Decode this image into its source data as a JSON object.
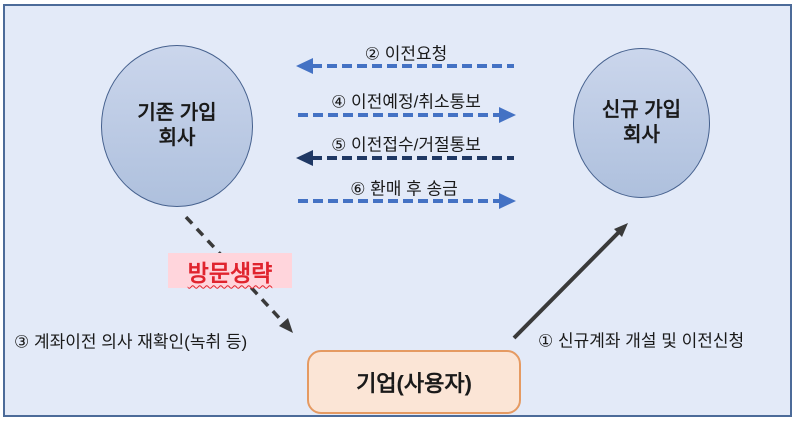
{
  "colors": {
    "page_bg": "#FFFFFF",
    "canvas_bg": "#E3EAF8",
    "canvas_border": "#4C6B99",
    "node_fill_top": "#CBD6EC",
    "node_fill_bottom": "#AEC0DD",
    "node_border": "#46618E",
    "arrow_blue": "#4472C4",
    "arrow_navy": "#1F3864",
    "arrow_dark": "#3A3A3A",
    "badge_bg": "#FFD5DC",
    "badge_text": "#E0242E",
    "box_bg": "#FBE5D6",
    "box_border": "#E59A62",
    "label_text": "#1A1A1A"
  },
  "nodes": {
    "existing_company": {
      "line1": "기존 가입",
      "line2": "회사"
    },
    "new_company": {
      "line1": "신규 가입",
      "line2": "회사"
    },
    "employer_box": {
      "label": "기업(사용자)"
    }
  },
  "flows": {
    "step1": {
      "label": "① 신규계좌 개설 및 이전신청",
      "from": "employer",
      "to": "new-company",
      "style": "solid"
    },
    "step2": {
      "label": "② 이전요청",
      "from": "new-company",
      "to": "existing-company",
      "style": "dashed"
    },
    "step3": {
      "label": "③ 계좌이전 의사 재확인(녹취 등)",
      "from": "existing-company",
      "to": "employer",
      "style": "dashed"
    },
    "step4": {
      "label": "④ 이전예정/취소통보",
      "from": "existing-company",
      "to": "new-company",
      "style": "dashed"
    },
    "step5": {
      "label": "⑤ 이전접수/거절통보",
      "from": "existing-company",
      "to": "new-company",
      "style": "dashed"
    },
    "step6": {
      "label": "⑥ 환매 후 송금",
      "from": "existing-company",
      "to": "new-company",
      "style": "dashed"
    }
  },
  "badge": {
    "label": "방문생략"
  }
}
